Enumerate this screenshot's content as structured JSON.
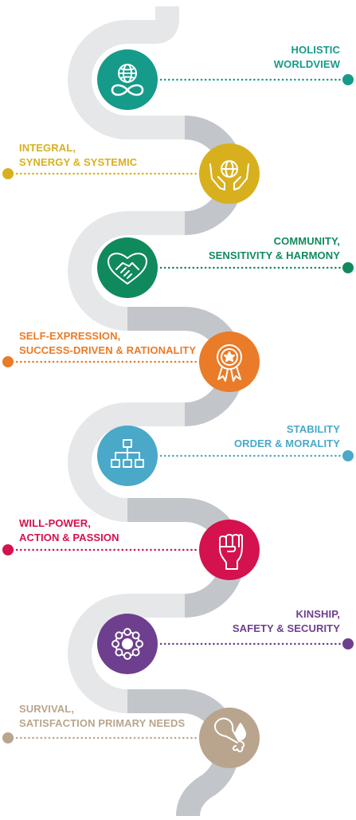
{
  "colors": {
    "track_light": "#e6e7e9",
    "track_dark": "#c2c6cb",
    "teal": "#169b8a",
    "yellow": "#d8b01d",
    "green": "#108a5d",
    "orange": "#ea7b28",
    "blue": "#4aa8c9",
    "red": "#d4124d",
    "purple": "#6e3f8e",
    "beige": "#b9a58d"
  },
  "stages": [
    {
      "id": "holistic",
      "line1": "HOLISTIC",
      "line2": "WORLDVIEW",
      "color": "teal",
      "icon": "globe-infinity-icon"
    },
    {
      "id": "integral",
      "line1": "INTEGRAL,",
      "line2": "SYNERGY & SYSTEMIC",
      "color": "yellow",
      "icon": "globe-in-hands-icon"
    },
    {
      "id": "community",
      "line1": "COMMUNITY,",
      "line2": "SENSITIVITY & HARMONY",
      "color": "green",
      "icon": "handshake-heart-icon"
    },
    {
      "id": "self-expression",
      "line1": "SELF-EXPRESSION,",
      "line2": "SUCCESS-DRIVEN & RATIONALITY",
      "color": "orange",
      "icon": "award-ribbon-icon"
    },
    {
      "id": "stability",
      "line1": "STABILITY",
      "line2": "ORDER & MORALITY",
      "color": "blue",
      "icon": "hierarchy-chart-icon"
    },
    {
      "id": "will-power",
      "line1": "WILL-POWER,",
      "line2": "ACTION & PASSION",
      "color": "red",
      "icon": "raised-fist-icon"
    },
    {
      "id": "kinship",
      "line1": "KINSHIP,",
      "line2": "SAFETY & SECURITY",
      "color": "purple",
      "icon": "circle-of-people-icon"
    },
    {
      "id": "survival",
      "line1": "SURVIVAL,",
      "line2": "SATISFACTION PRIMARY NEEDS",
      "color": "beige",
      "icon": "drumstick-water-icon"
    }
  ]
}
